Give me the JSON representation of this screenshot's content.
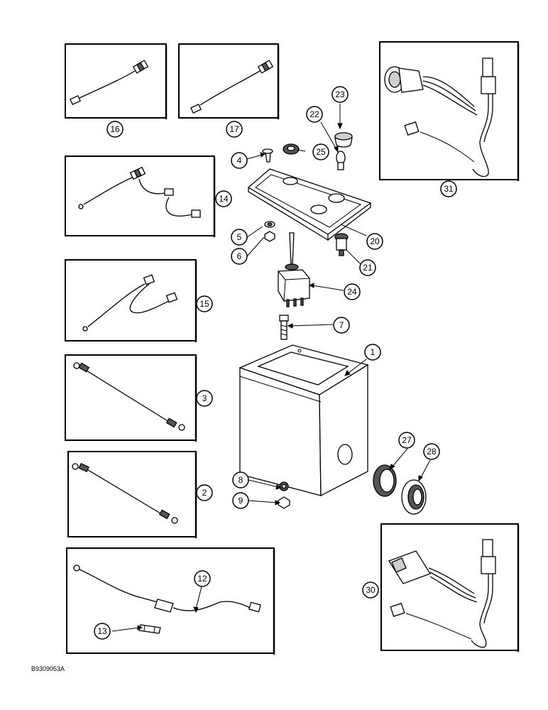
{
  "diagram": {
    "reference_code": "B9309053A",
    "callouts": [
      {
        "id": "c16",
        "label": "16"
      },
      {
        "id": "c17",
        "label": "17"
      },
      {
        "id": "c23",
        "label": "23"
      },
      {
        "id": "c22",
        "label": "22"
      },
      {
        "id": "c4",
        "label": "4"
      },
      {
        "id": "c25",
        "label": "25"
      },
      {
        "id": "c31",
        "label": "31"
      },
      {
        "id": "c14",
        "label": "14"
      },
      {
        "id": "c5",
        "label": "5"
      },
      {
        "id": "c6",
        "label": "6"
      },
      {
        "id": "c20",
        "label": "20"
      },
      {
        "id": "c21",
        "label": "21"
      },
      {
        "id": "c24",
        "label": "24"
      },
      {
        "id": "c15",
        "label": "15"
      },
      {
        "id": "c7",
        "label": "7"
      },
      {
        "id": "c1",
        "label": "1"
      },
      {
        "id": "c3",
        "label": "3"
      },
      {
        "id": "c27",
        "label": "27"
      },
      {
        "id": "c28",
        "label": "28"
      },
      {
        "id": "c8",
        "label": "8"
      },
      {
        "id": "c2",
        "label": "2"
      },
      {
        "id": "c9",
        "label": "9"
      },
      {
        "id": "c12",
        "label": "12"
      },
      {
        "id": "c30",
        "label": "30"
      },
      {
        "id": "c13",
        "label": "13"
      }
    ]
  }
}
